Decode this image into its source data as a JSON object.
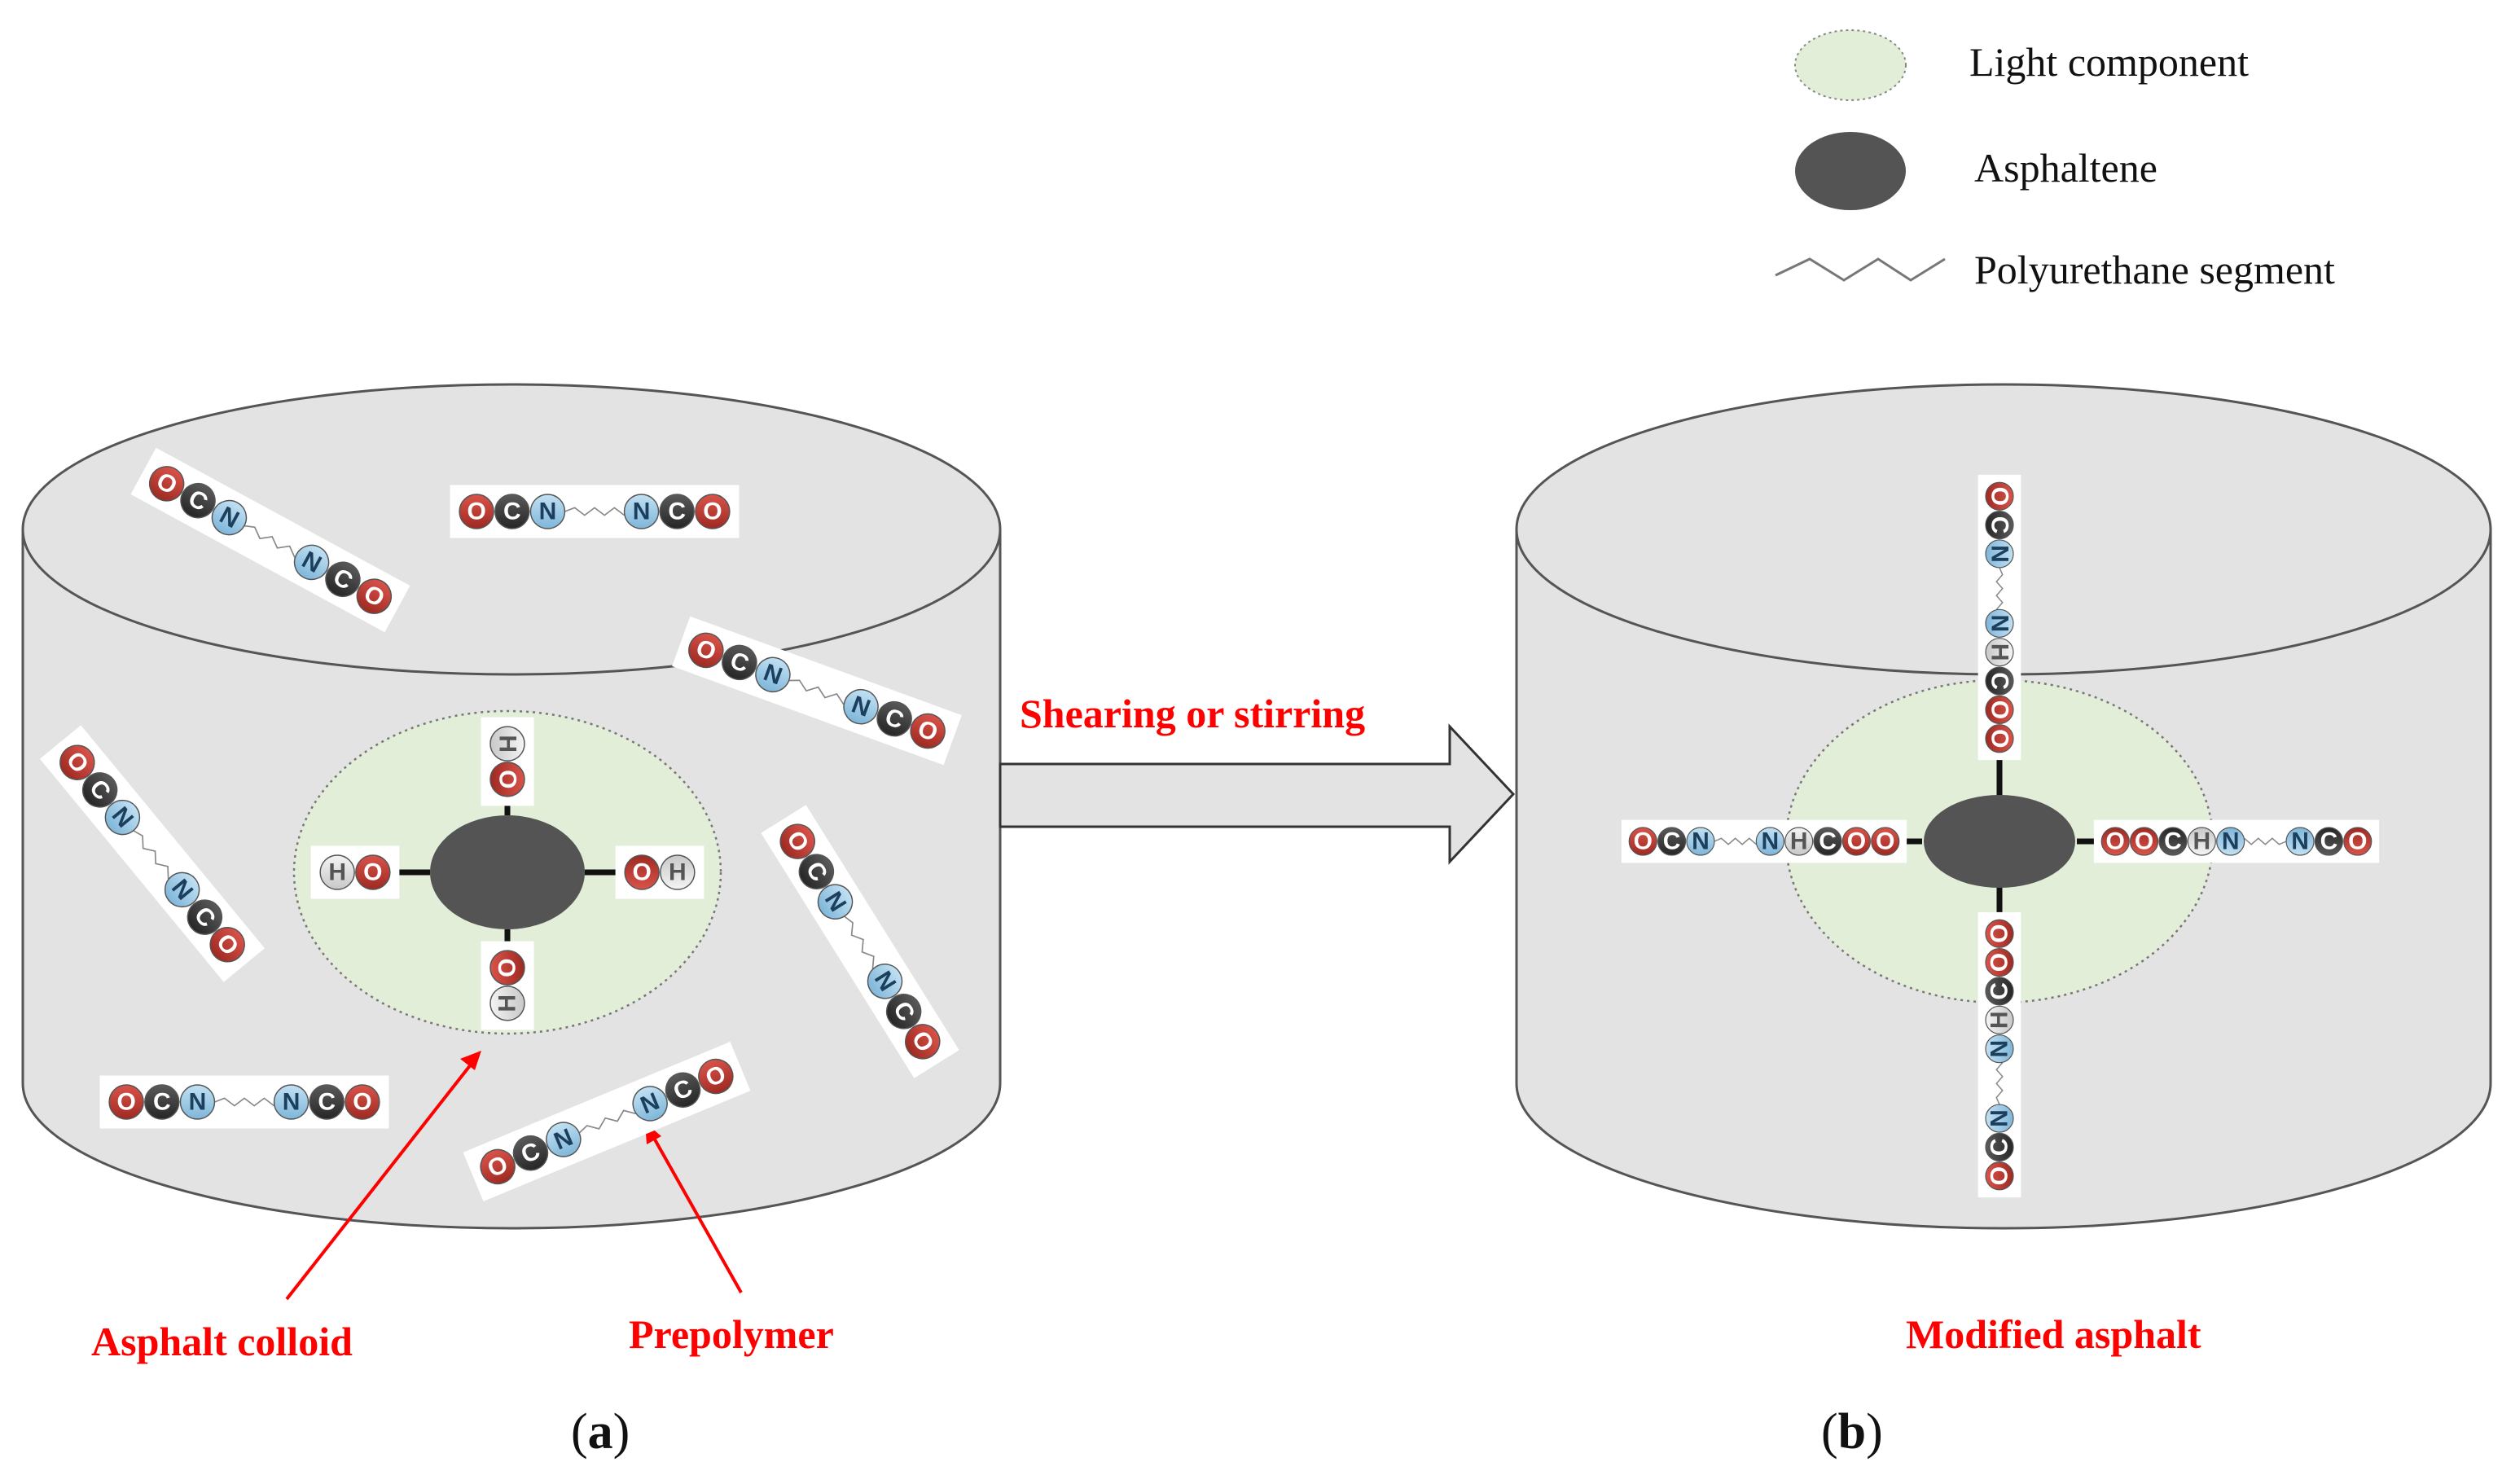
{
  "legend": {
    "light_component": "Light component",
    "asphaltene": "Asphaltene",
    "polyurethane_segment": "Polyurethane segment"
  },
  "labels": {
    "process": "Shearing or stirring",
    "asphalt_colloid": "Asphalt colloid",
    "prepolymer": "Prepolymer",
    "modified_asphalt": "Modified asphalt",
    "panel_a": "(a)",
    "panel_b": "(b)",
    "panel_a_letter": "a",
    "panel_b_letter": "b",
    "paren_open": "(",
    "paren_close": ")"
  },
  "atoms": {
    "O": "O",
    "C": "C",
    "N": "N",
    "H": "H"
  },
  "colors": {
    "oxygen": "#c0392b",
    "carbon": "#3a3a3a",
    "nitrogen": "#9ccbe8",
    "hydrogen": "#e2e2e2",
    "light_component": "#e2eed8",
    "asphaltene": "#545454",
    "cylinder": "#e3e3e3",
    "annotation": "#ff0000"
  },
  "chains": {
    "prepolymer": [
      "O",
      "C",
      "N",
      "~",
      "N",
      "C",
      "O"
    ],
    "bonded_arm": [
      "O",
      "C",
      "N",
      "~",
      "N",
      "H",
      "C",
      "O",
      "O"
    ],
    "hydroxyl": [
      "H",
      "O"
    ]
  }
}
